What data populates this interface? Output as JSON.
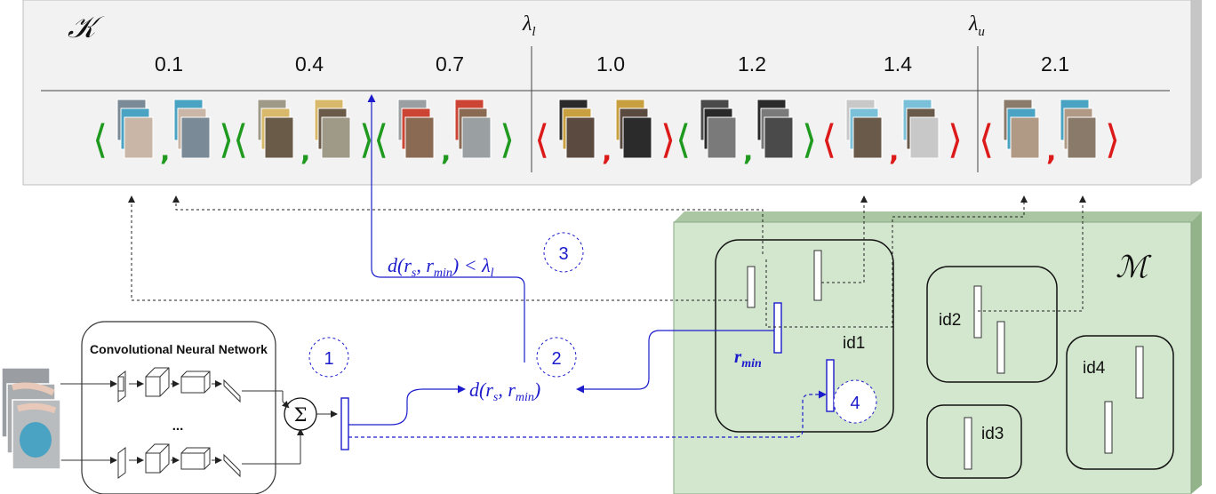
{
  "knowledge": {
    "symbol": "𝒦",
    "lambda_l": "λ",
    "lambda_l_sub": "l",
    "lambda_u": "λ",
    "lambda_u_sub": "u",
    "entries": [
      {
        "value": "0.1",
        "bracket_color": "#1f9a1f"
      },
      {
        "value": "0.4",
        "bracket_color": "#1f9a1f"
      },
      {
        "value": "0.7",
        "bracket_color": "#1f9a1f"
      },
      {
        "value": "1.0",
        "bracket_color": "#dd1a1a"
      },
      {
        "value": "1.2",
        "bracket_color": "#1f9a1f"
      },
      {
        "value": "1.4",
        "bracket_color": "#dd1a1a"
      },
      {
        "value": "2.1",
        "bracket_color": "#dd1a1a"
      }
    ]
  },
  "memory": {
    "symbol": "ℳ",
    "groups": [
      "id1",
      "id2",
      "id3",
      "id4"
    ],
    "r_min_label": "r",
    "r_min_sub": "min"
  },
  "cnn": {
    "title": "Convolutional Neural Network",
    "ellipsis": "...",
    "sum_symbol": "Σ"
  },
  "steps": [
    "1",
    "2",
    "3",
    "4"
  ],
  "distance": {
    "d": "d(r",
    "s_sub": "s",
    "comma": ", r",
    "min_sub": "min",
    "close": ")"
  },
  "threshold": {
    "d": "d(r",
    "s_sub": "s",
    "comma": ", r",
    "min_sub": "min",
    "close": ") < λ",
    "l_sub": "l"
  },
  "colors": {
    "accent_blue": "#1c1ccc",
    "memory_green": "#d3e6ce",
    "memory_side": "#93b38b",
    "knowledge_face": "#f2f2f2",
    "knowledge_side": "#c6c6c6"
  }
}
